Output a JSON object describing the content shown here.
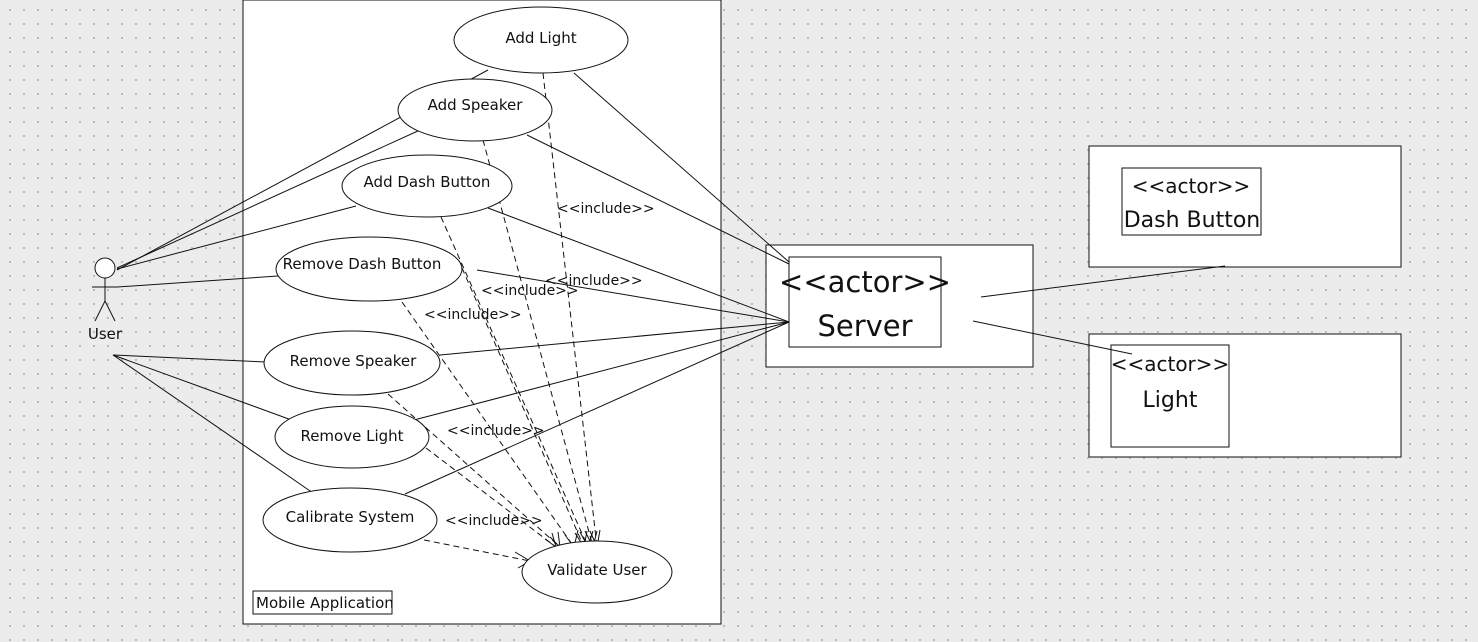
{
  "system": {
    "label": "Mobile Application"
  },
  "actors": {
    "user": {
      "label": "User"
    },
    "server": {
      "stereotype": "<<actor>>",
      "label": "Server"
    },
    "dash_button": {
      "stereotype": "<<actor>>",
      "label": "Dash Button"
    },
    "light": {
      "stereotype": "<<actor>>",
      "label": "Light"
    }
  },
  "use_cases": {
    "add_light": "Add Light",
    "add_speaker": "Add Speaker",
    "add_dash_button": "Add Dash Button",
    "remove_dash_button": "Remove Dash Button",
    "remove_speaker": "Remove  Speaker",
    "remove_light": "Remove Light",
    "calibrate_system": "Calibrate System",
    "validate_user": "Validate User"
  },
  "include_label": "<<include>>",
  "colors": {
    "background": "#ececec",
    "grid_dot": "#b9b9b9",
    "line": "#111111",
    "box_fill": "#ffffff"
  }
}
